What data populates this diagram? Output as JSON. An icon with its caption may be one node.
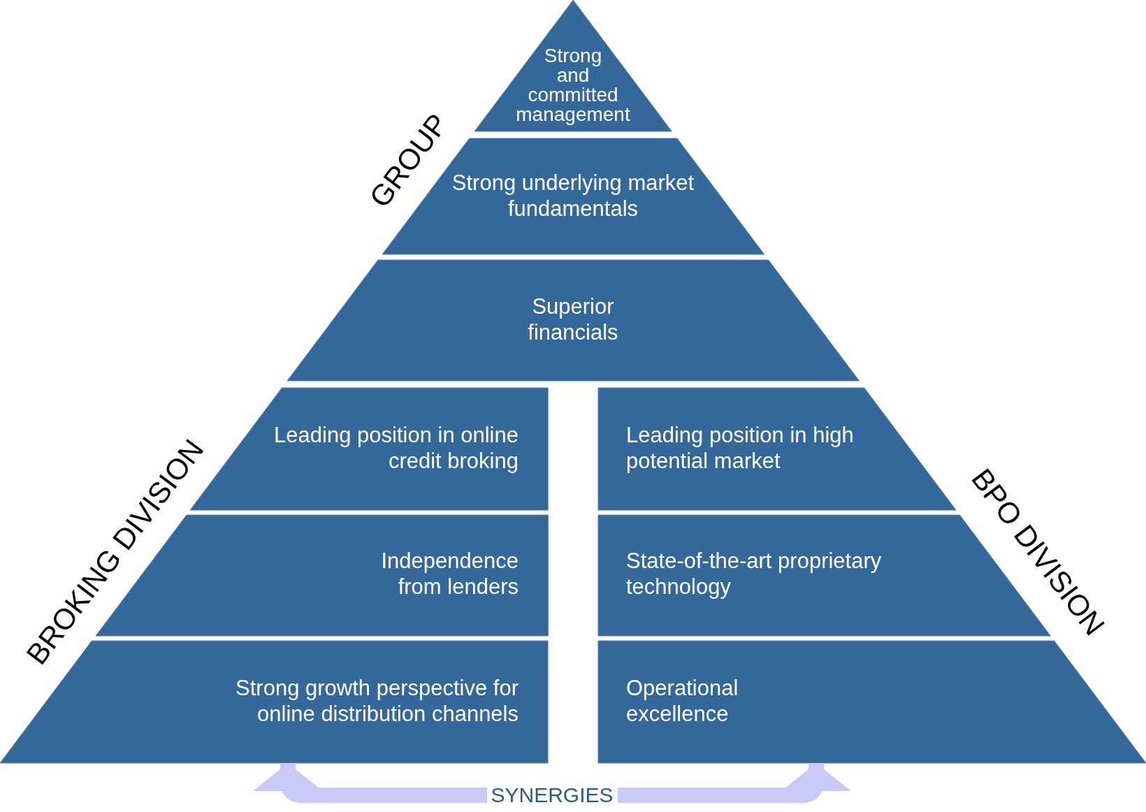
{
  "diagram": {
    "nodes": [
      {
        "text": [
          "Strong and committed management"
        ]
      },
      {
        "text": [
          "Strong underlying market fundamentals"
        ]
      },
      {
        "text": [
          "Superior financials"
        ]
      },
      {
        "text": [
          "Leading position in online credit broking"
        ]
      },
      {
        "text": [
          "Leading position in high potential market"
        ]
      },
      {
        "text": [
          "Independence from lenders"
        ]
      },
      {
        "text": [
          "State-of-the-art proprietary technology"
        ]
      },
      {
        "text": [
          "Strong growth perspective for online distribution channels"
        ]
      },
      {
        "text": [
          "Operational excellence"
        ]
      }
    ],
    "edges": [
      {
        "from": 7,
        "to": 8,
        "arrow": "both",
        "label": "SYNERGIES"
      }
    ],
    "labels": [
      "GROUP",
      "BROKING DIVISION",
      "BPO DIVISION"
    ]
  }
}
